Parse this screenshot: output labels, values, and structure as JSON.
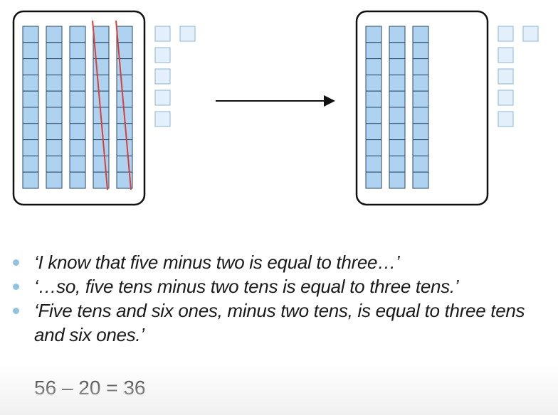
{
  "colors": {
    "block_fill": "#aed3f1",
    "block_stroke": "#2a4a66",
    "one_fill": "#e3f0fb",
    "one_stroke": "#9cc0dc",
    "strike": "#d8403a",
    "bullet": "#8fc3df"
  },
  "diagram": {
    "before": {
      "tens": 5,
      "ones": 6,
      "crossed_out_tens": 2
    },
    "after": {
      "tens": 3,
      "ones": 6
    },
    "arrow": "right-arrow"
  },
  "bullets": [
    "‘I know that five minus two is equal to three…’",
    "‘…so, five tens minus two tens is equal to three tens.’",
    "‘Five tens and six ones, minus two tens, is equal to three tens and six ones.’"
  ],
  "equation": "56 – 20 = 36"
}
